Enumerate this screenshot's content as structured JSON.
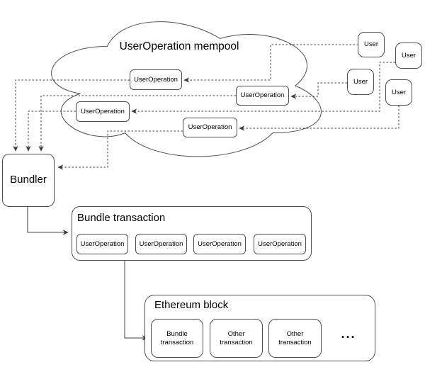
{
  "diagram": {
    "mempool": {
      "title": "UserOperation mempool",
      "nodes": [
        "UserOperation",
        "UserOperation",
        "UserOperation",
        "UserOperation"
      ]
    },
    "users": [
      "User",
      "User",
      "User",
      "User"
    ],
    "bundler": {
      "label": "Bundler"
    },
    "bundle": {
      "title": "Bundle transaction",
      "nodes": [
        "UserOperation",
        "UserOperation",
        "UserOperation",
        "UserOperation"
      ]
    },
    "block": {
      "title": "Ethereum block",
      "nodes": [
        "Bundle transaction",
        "Other transaction",
        "Other transaction"
      ],
      "ellipsis": "..."
    },
    "colors": {
      "box_stroke": "#4d4d4d",
      "connector": "#3c3c3c",
      "background": "#ffffff",
      "text": "#000000"
    }
  }
}
